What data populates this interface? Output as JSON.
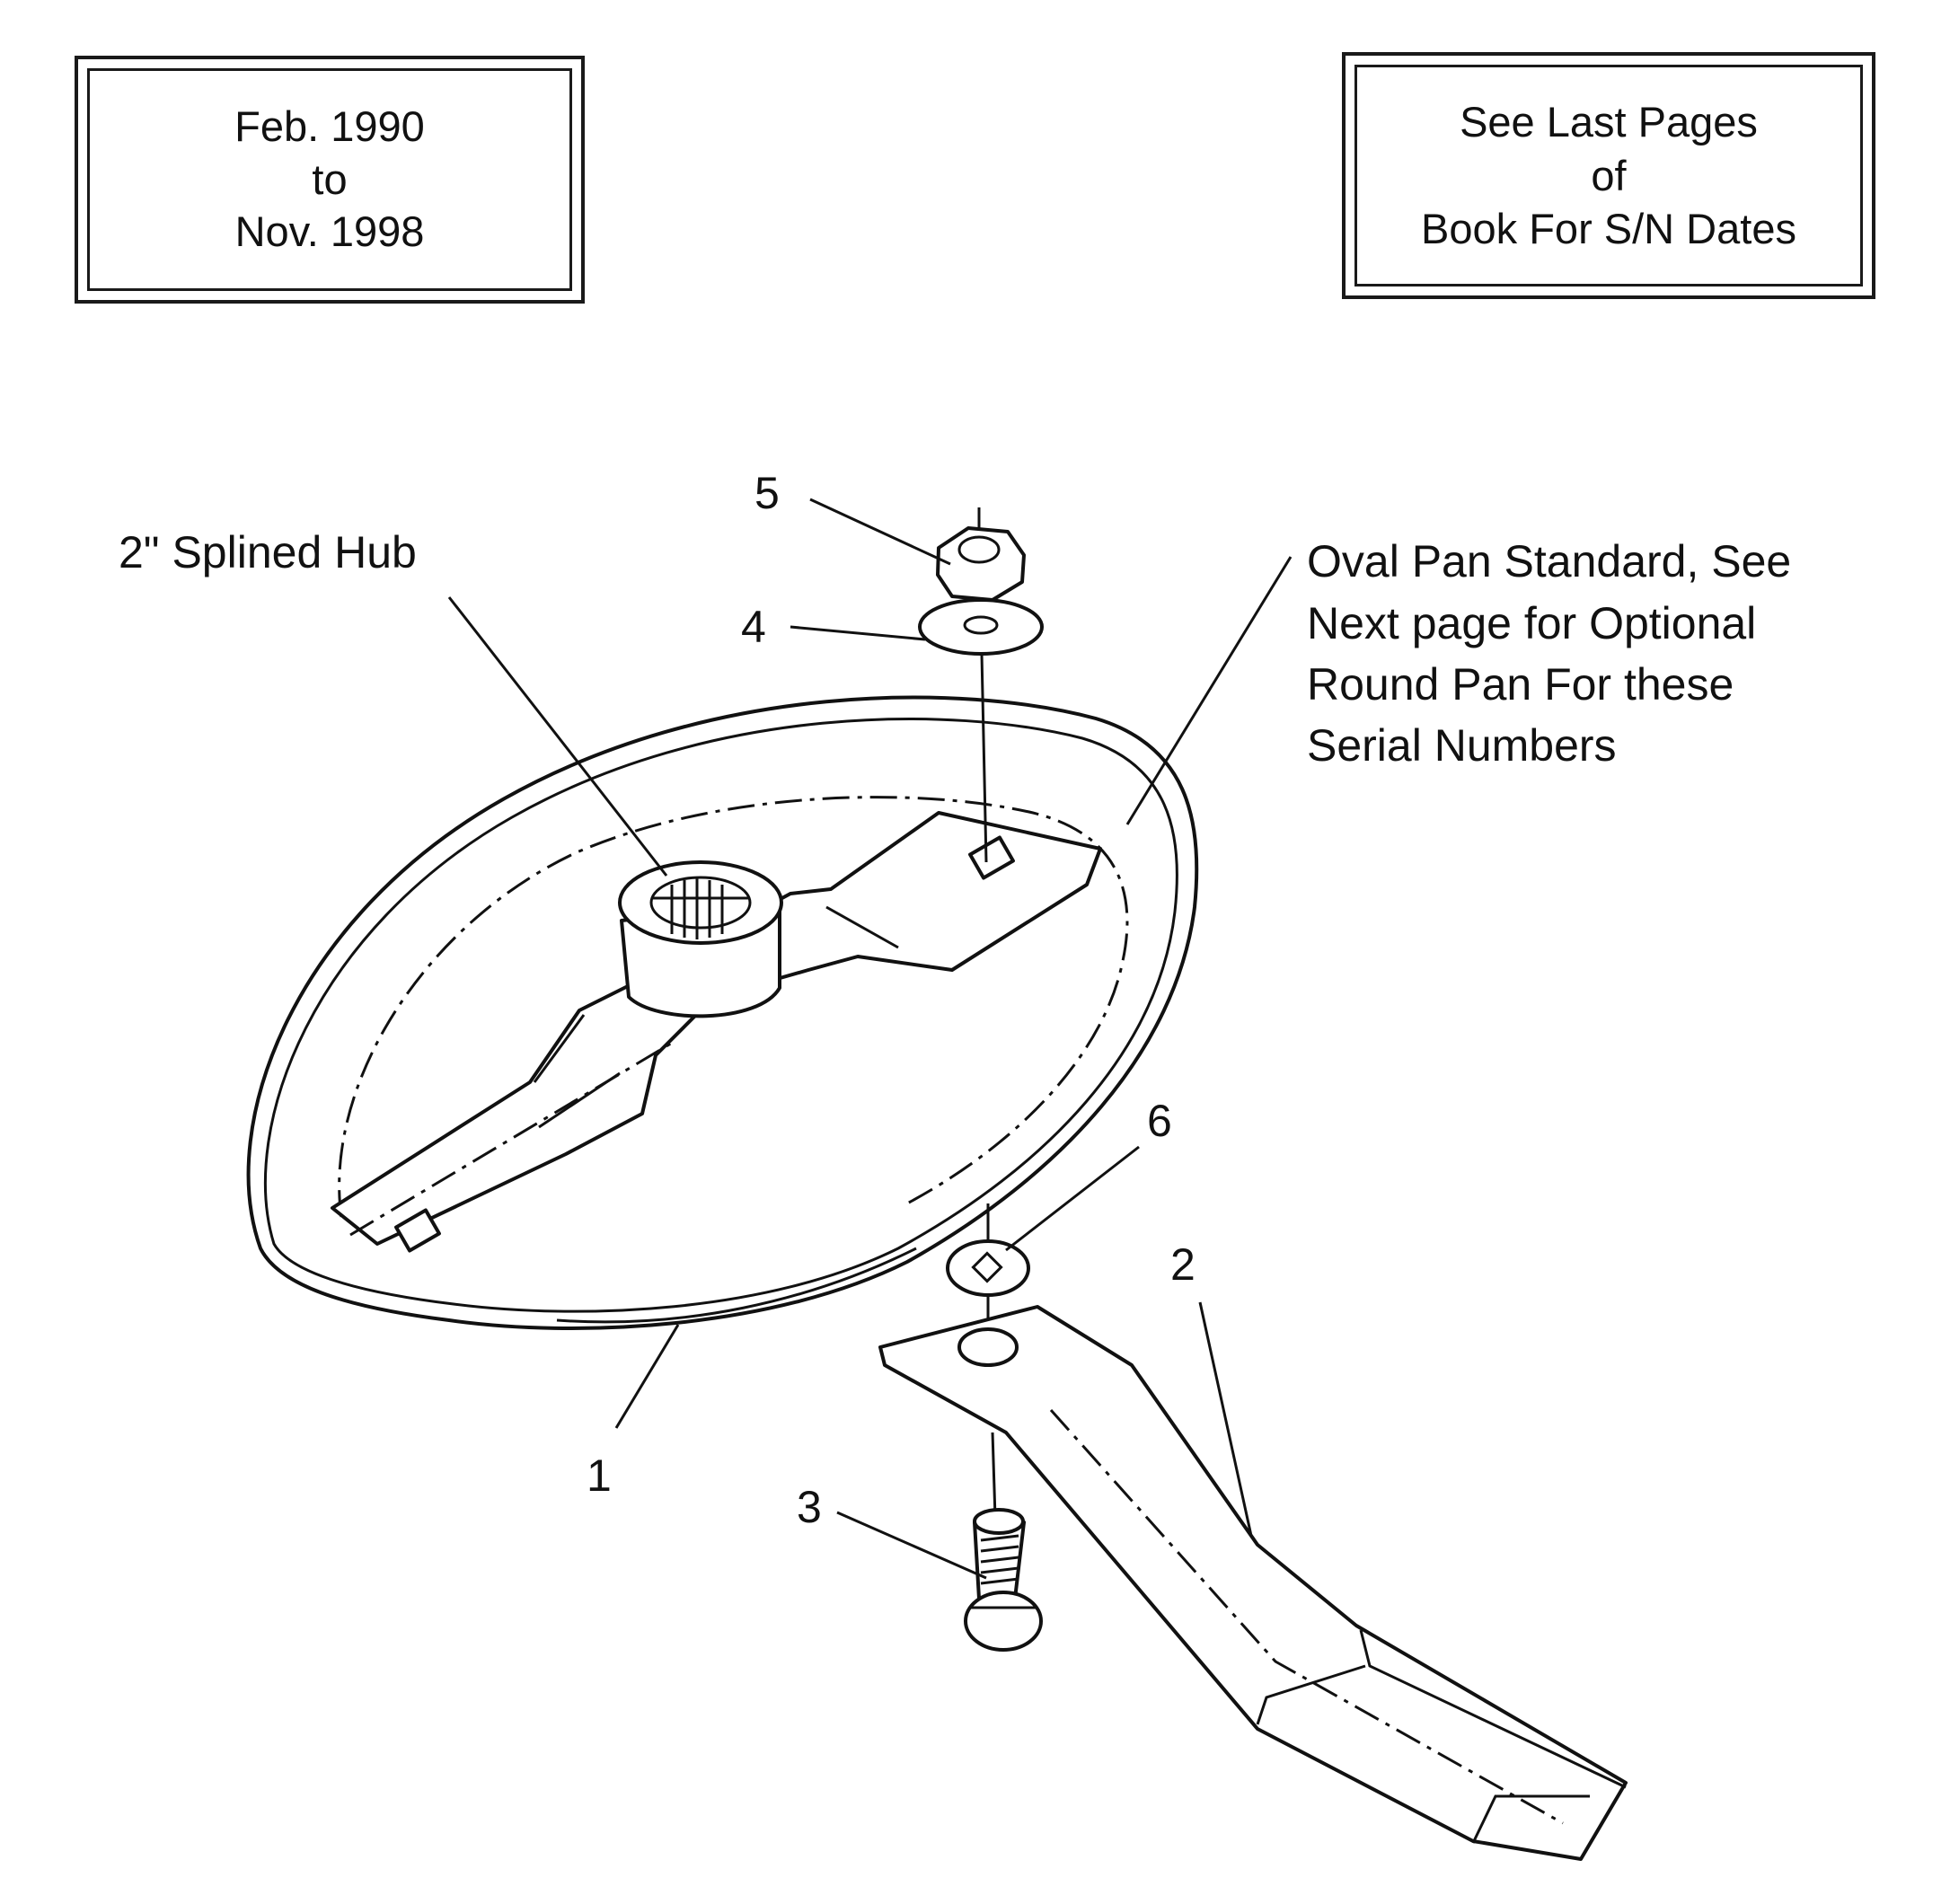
{
  "date_box": {
    "lines": [
      "Feb. 1990",
      "to",
      "Nov.  1998"
    ]
  },
  "note_box": {
    "lines": [
      "See Last Pages",
      "of",
      "Book For S/N Dates"
    ]
  },
  "labels": {
    "hub": "2\" Splined Hub",
    "pan_note": [
      "Oval Pan Standard, See",
      "Next page for Optional",
      "Round Pan For these",
      "Serial Numbers"
    ]
  },
  "callouts": {
    "pan": "1",
    "blade": "2",
    "bolt": "3",
    "washer": "4",
    "nut": "5",
    "blade_washer": "6"
  }
}
